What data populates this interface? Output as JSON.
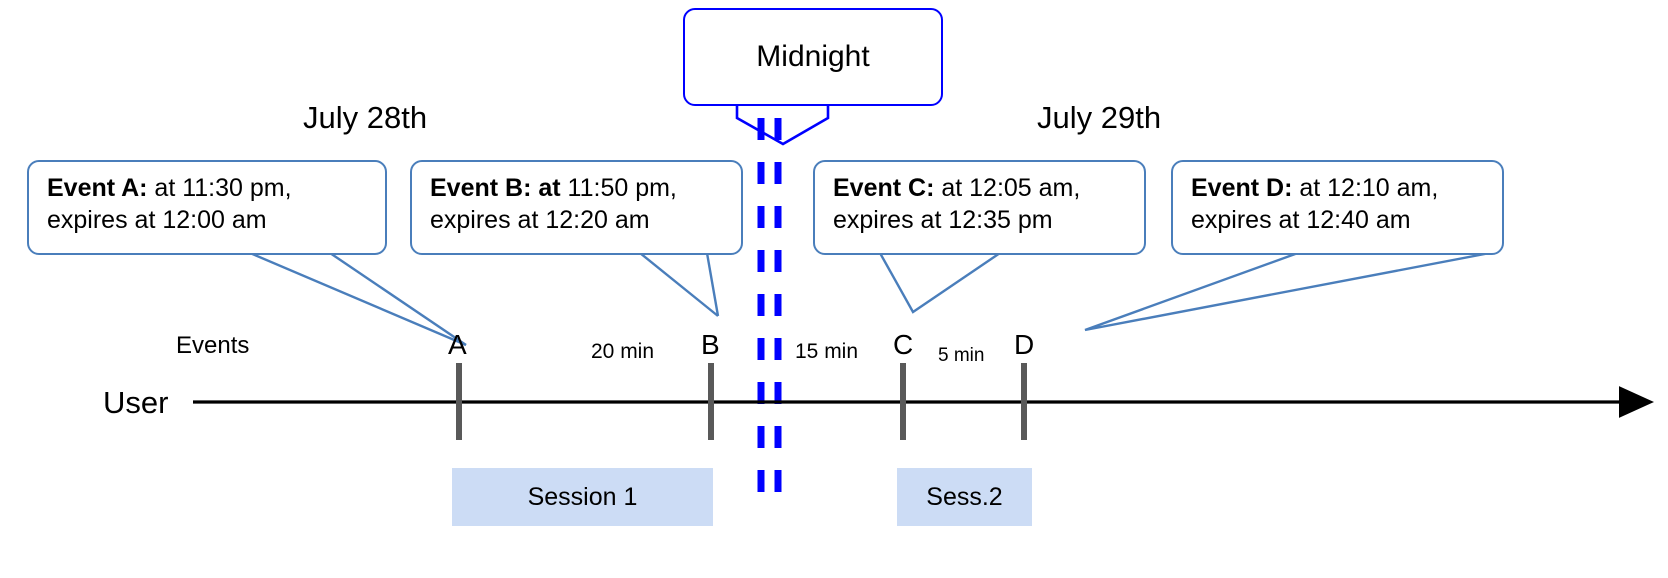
{
  "diagram": {
    "title_callout": {
      "label": "Midnight"
    },
    "dates": [
      {
        "label": "July 28th"
      },
      {
        "label": "July 29th"
      }
    ],
    "row_labels": {
      "timeline": "User",
      "events": "Events"
    },
    "callouts": [
      {
        "id": "event-a",
        "lead": "Event A:",
        "line1_rest": " at 11:30 pm,",
        "line2": "expires at 12:00 am"
      },
      {
        "id": "event-b",
        "lead": "Event B: at",
        "line1_rest": " 11:50 pm,",
        "line2": "expires at 12:20 am"
      },
      {
        "id": "event-c",
        "lead": "Event C:",
        "line1_rest": " at 12:05 am,",
        "line2": "expires at 12:35 pm"
      },
      {
        "id": "event-d",
        "lead": "Event D:",
        "line1_rest": "  at 12:10 am,",
        "line2": "expires at 12:40 am"
      }
    ],
    "markers": [
      {
        "id": "marker-a",
        "label": "A"
      },
      {
        "id": "marker-b",
        "label": "B"
      },
      {
        "id": "marker-c",
        "label": "C"
      },
      {
        "id": "marker-d",
        "label": "D"
      }
    ],
    "gaps": [
      {
        "id": "gap-ab",
        "label": "20 min"
      },
      {
        "id": "gap-bc",
        "label": "15 min"
      },
      {
        "id": "gap-cd",
        "label": "5 min"
      }
    ],
    "sessions": [
      {
        "id": "session-1",
        "label": "Session 1"
      },
      {
        "id": "session-2",
        "label": "Sess.2"
      }
    ],
    "colors": {
      "callout_border": "#4a7ebb",
      "midnight_border": "#0000ff",
      "midnight_dash": "#0000ff",
      "session_fill": "#ccdcf5",
      "timeline": "#000000",
      "tick": "#595959"
    }
  }
}
